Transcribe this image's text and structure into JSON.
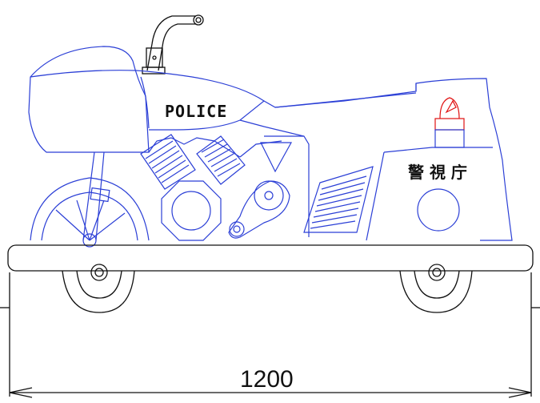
{
  "drawing": {
    "fairing_label": "POLICE",
    "side_label": "警 視 庁",
    "dimension_value": "1200"
  },
  "colors": {
    "body_lines": "#2b3fd6",
    "base_lines": "#111111",
    "beacon": "#e01010"
  }
}
